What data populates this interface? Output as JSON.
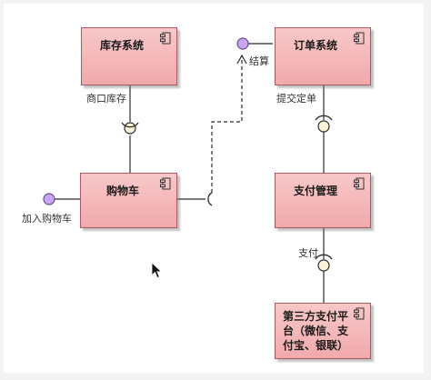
{
  "components": {
    "inventory_system": "库存系统",
    "order_system": "订单系统",
    "shopping_cart": "购物车",
    "payment_management": "支付管理",
    "third_party_payment": [
      "第三方支付平",
      "台（微信、支",
      "付宝、银联）"
    ]
  },
  "interfaces": {
    "store_inventory": "商口库存",
    "checkout": "结算",
    "submit_order": "提交定单",
    "add_to_cart": "加入购物车",
    "payment": "支付"
  },
  "colors": {
    "component_fill_top": "#f8c8c8",
    "component_fill_bottom": "#f1a9ad",
    "component_border": "#a85a62",
    "provided_interface": "#c9a6ef",
    "line": "#2b2b2b"
  },
  "icons": [
    "component-icon",
    "mouse-cursor-icon"
  ]
}
